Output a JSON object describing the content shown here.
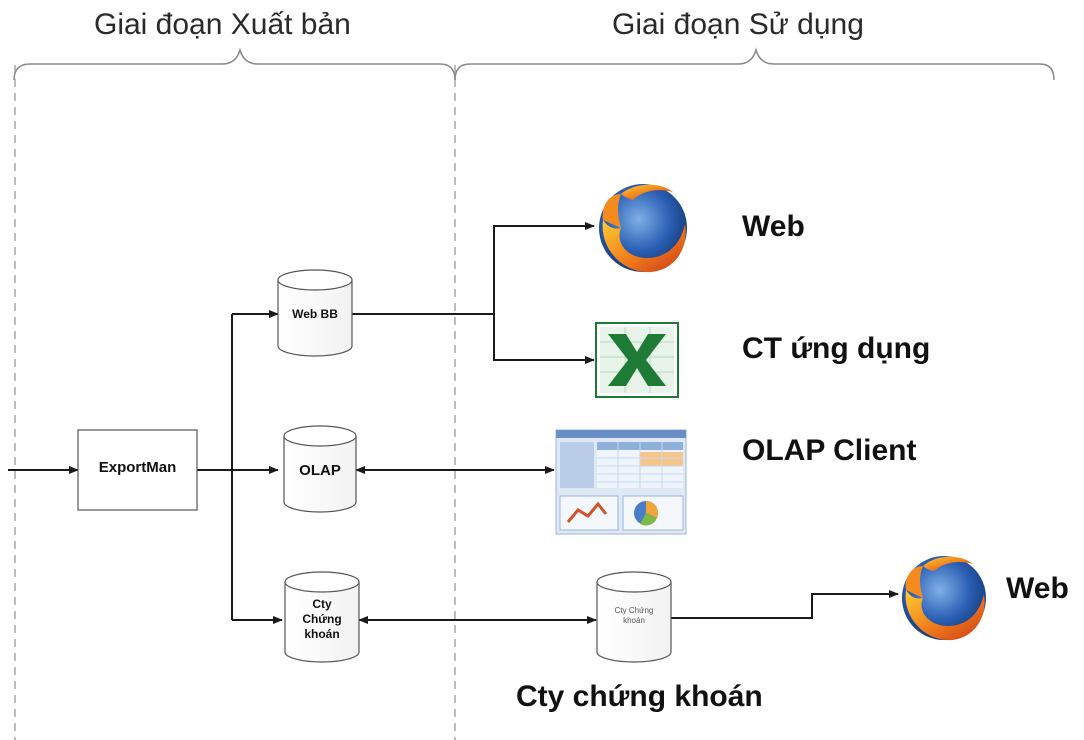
{
  "phases": {
    "publish": "Giai đoạn Xuất bản",
    "usage": "Giai đoạn Sử dụng"
  },
  "nodes": {
    "exportman": "ExportMan",
    "webbb": "Web BB",
    "olap": "OLAP",
    "cty_left": "Cty\nChứng\nkhoán",
    "cty_right": "Cty Chứng\nkhoán"
  },
  "labels": {
    "web_top": "Web",
    "ct_ung_dung": "CT ứng dụng",
    "olap_client": "OLAP Client",
    "web_bottom": "Web",
    "cty_chung_khoan": "Cty chứng khoán"
  },
  "icons": {
    "browser": "firefox-icon",
    "spreadsheet": "excel-icon",
    "olap_client": "olap-client-screenshot-icon"
  },
  "colors": {
    "line": "#1a1a1a",
    "dashed": "#a8a8a8",
    "excel_green": "#1e7a35"
  }
}
